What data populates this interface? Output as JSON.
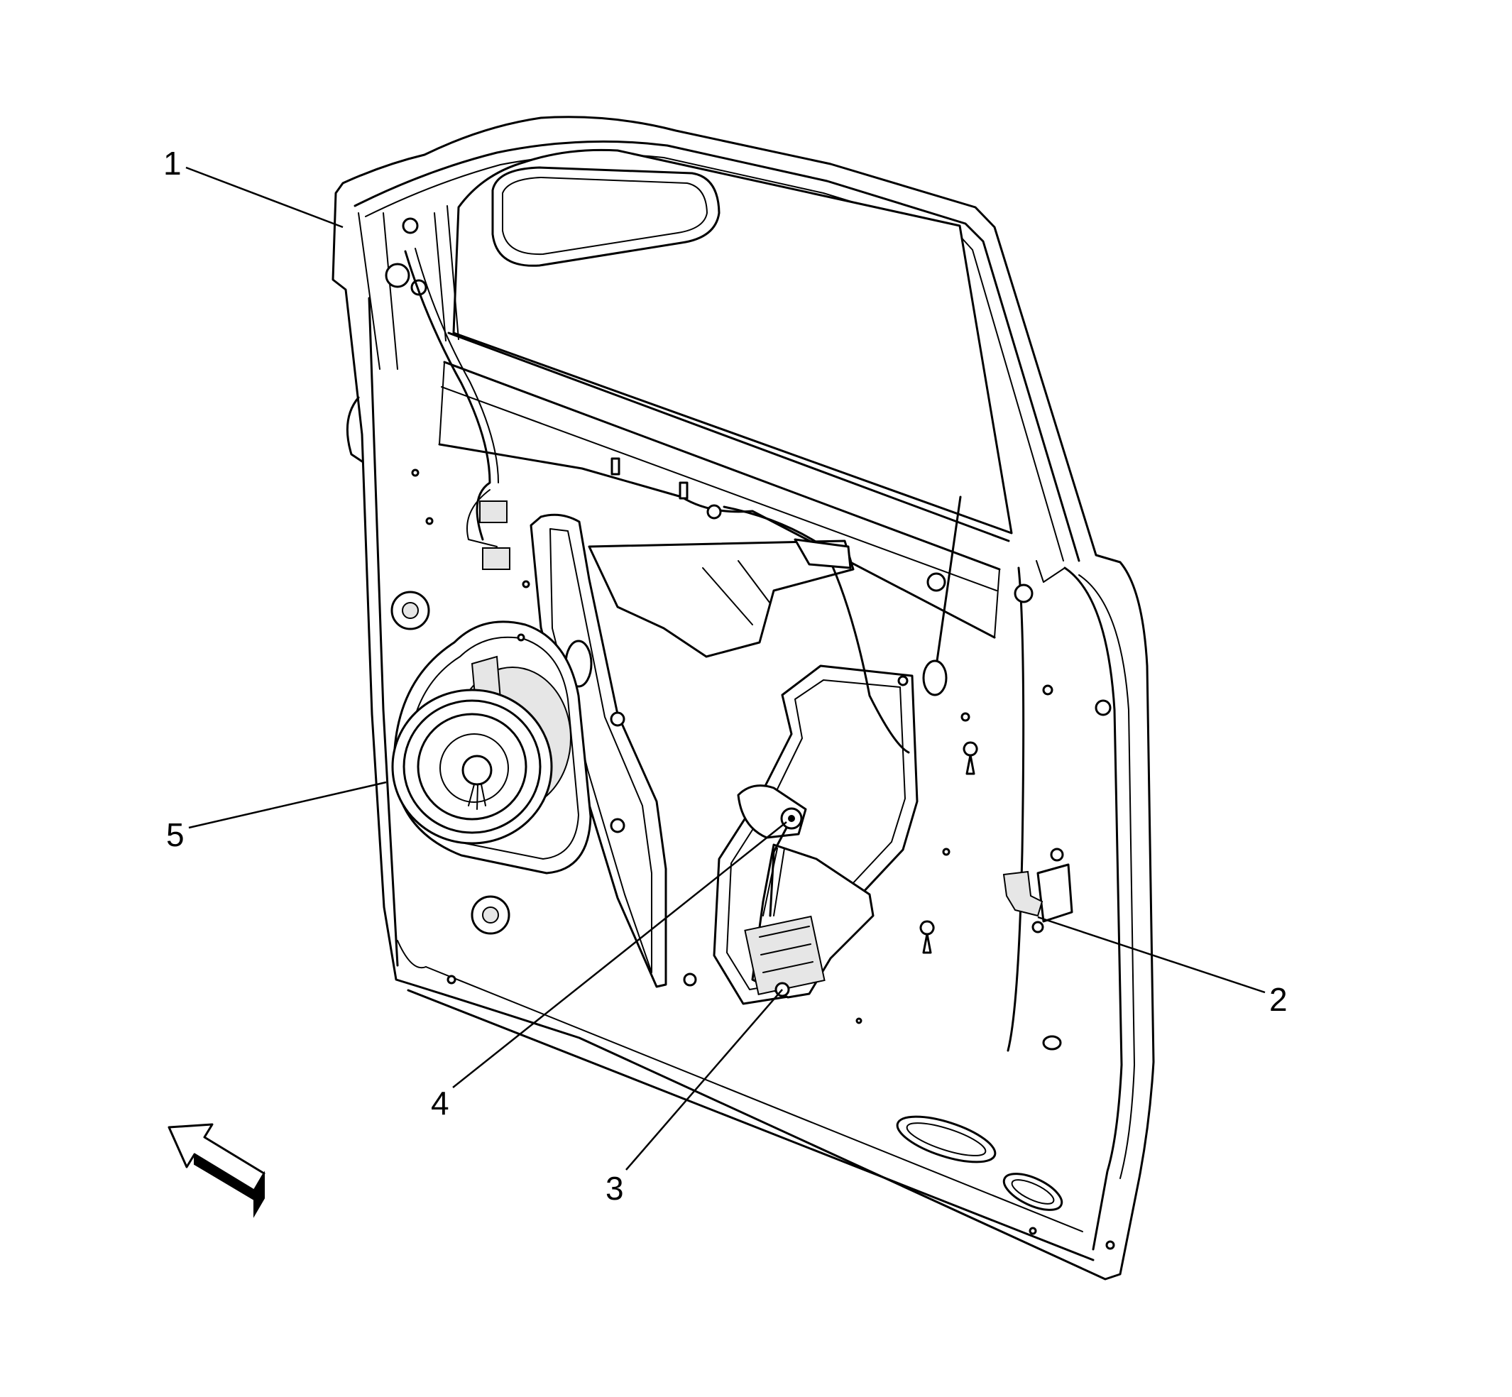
{
  "callouts": [
    {
      "label": "1"
    },
    {
      "label": "2"
    },
    {
      "label": "3"
    },
    {
      "label": "4"
    },
    {
      "label": "5"
    }
  ],
  "colors": {
    "line": "#000000",
    "background": "#ffffff"
  },
  "icons": {
    "view_direction": "view-direction-arrow-icon"
  }
}
